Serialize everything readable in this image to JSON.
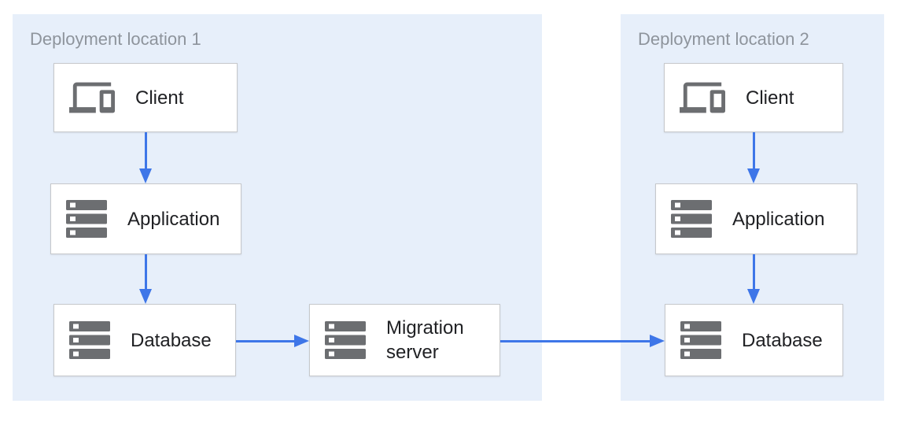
{
  "diagram": {
    "zones": [
      {
        "label": "Deployment location 1"
      },
      {
        "label": "Deployment location 2"
      }
    ],
    "nodes": {
      "client1": {
        "label": "Client",
        "icon": "devices-icon"
      },
      "app1": {
        "label": "Application",
        "icon": "storage-icon"
      },
      "db1": {
        "label": "Database",
        "icon": "storage-icon"
      },
      "migration": {
        "label": "Migration server",
        "icon": "storage-icon"
      },
      "client2": {
        "label": "Client",
        "icon": "devices-icon"
      },
      "app2": {
        "label": "Application",
        "icon": "storage-icon"
      },
      "db2": {
        "label": "Database",
        "icon": "storage-icon"
      }
    },
    "edges": [
      {
        "from": "client1",
        "to": "app1",
        "direction": "down"
      },
      {
        "from": "app1",
        "to": "db1",
        "direction": "down"
      },
      {
        "from": "db1",
        "to": "migration",
        "direction": "right"
      },
      {
        "from": "migration",
        "to": "db2",
        "direction": "right"
      },
      {
        "from": "client2",
        "to": "app2",
        "direction": "down"
      },
      {
        "from": "app2",
        "to": "db2",
        "direction": "down"
      }
    ],
    "colors": {
      "zone_background": "#e7effa",
      "zone_title": "#8e949c",
      "node_border": "#c6c8cb",
      "node_text": "#202124",
      "icon": "#6c6e71",
      "arrow": "#3e76e8"
    }
  }
}
